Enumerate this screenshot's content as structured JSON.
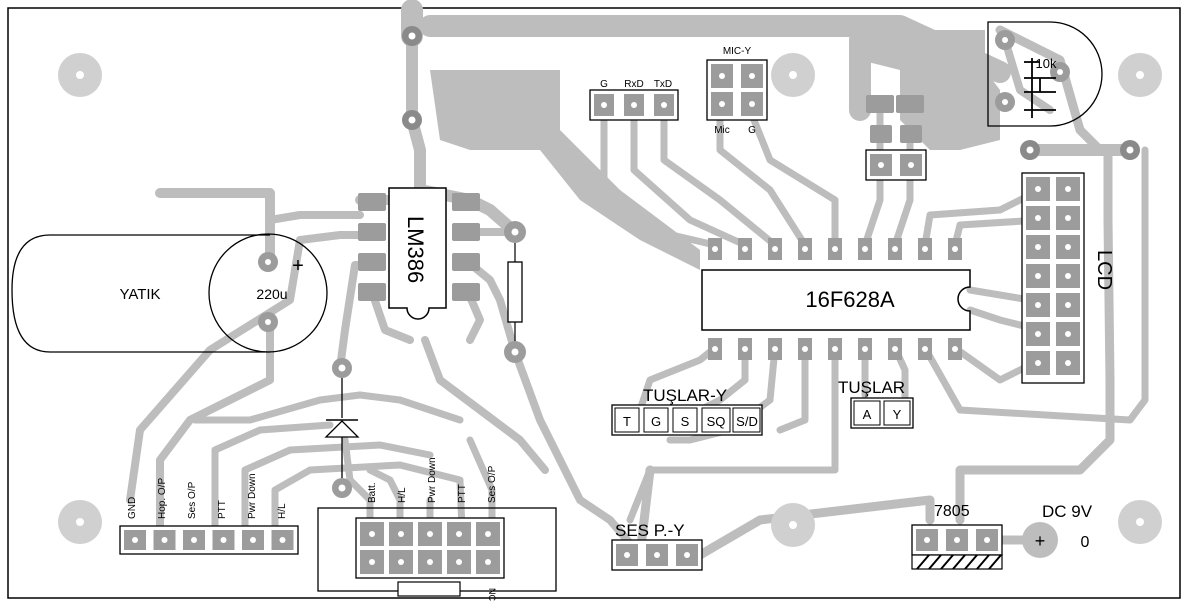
{
  "components": {
    "capacitor": {
      "name": "YATIK",
      "value": "220u",
      "polarity": "+"
    },
    "amp_ic": {
      "name": "LM386"
    },
    "mcu": {
      "name": "16F628A"
    },
    "lcd": {
      "name": "LCD"
    },
    "trimmer": {
      "value": "10k"
    },
    "regulator": {
      "name": "7805"
    },
    "power": {
      "label": "DC 9V",
      "plus": "+",
      "zero": "0"
    }
  },
  "connectors": {
    "serial": {
      "pins": [
        "G",
        "RxD",
        "TxD"
      ]
    },
    "mic": {
      "title": "MIC-Y",
      "bottom": [
        "Mic",
        "G"
      ]
    },
    "tuslar_y": {
      "title": "TUŞLAR-Y",
      "pins": [
        "T",
        "G",
        "S",
        "SQ",
        "S/D"
      ]
    },
    "tuslar": {
      "title": "TUŞLAR",
      "pins": [
        "A",
        "Y"
      ]
    },
    "ses_p": {
      "title": "SES P.-Y"
    },
    "left_header": {
      "pins": [
        "GND",
        "Hop. O/P",
        "Ses O/P",
        "PTT",
        "Pwr Down",
        "H/L"
      ]
    },
    "mid_header": {
      "pins": [
        "Batt.",
        "H/L",
        "Pwr Down",
        "PTT",
        "Ses O/P"
      ],
      "bottom_note": "NC"
    }
  },
  "colors": {
    "copper": "#bdbdbd",
    "pad": "#9c9c9c",
    "outline": "#000000",
    "background": "#ffffff"
  }
}
